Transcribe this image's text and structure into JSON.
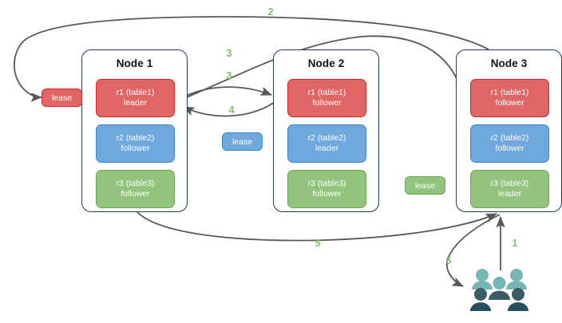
{
  "diagram": {
    "title_hidden": "",
    "accent_step_color": "#7fbf6a",
    "edge_color": "#57585a",
    "node_border_color": "#1f3864",
    "colors": {
      "red_fill": "#e06666",
      "red_border": "#cc2828",
      "blue_fill": "#6fa8dc",
      "blue_border": "#3d85c6",
      "green_fill": "#93c47d",
      "green_border": "#6aa84f",
      "users_light": "#76b7b6",
      "users_dark": "#3b5c67"
    }
  },
  "nodes": [
    {
      "id": "node1",
      "title": "Node 1",
      "replicas": [
        {
          "name": "r1 (table1)",
          "role": "leader",
          "color": "red"
        },
        {
          "name": "r2 (table2)",
          "role": "follower",
          "color": "blue"
        },
        {
          "name": "r3 (table3)",
          "role": "follower",
          "color": "green"
        }
      ]
    },
    {
      "id": "node2",
      "title": "Node 2",
      "replicas": [
        {
          "name": "r1 (table1)",
          "role": "follower",
          "color": "red"
        },
        {
          "name": "r2 (table2)",
          "role": "leader",
          "color": "blue"
        },
        {
          "name": "r3 (table3)",
          "role": "follower",
          "color": "green"
        }
      ]
    },
    {
      "id": "node3",
      "title": "Node 3",
      "replicas": [
        {
          "name": "r1 (table1)",
          "role": "follower",
          "color": "red"
        },
        {
          "name": "r2 (table2)",
          "role": "follower",
          "color": "blue"
        },
        {
          "name": "r3 (table3)",
          "role": "leader",
          "color": "green"
        }
      ]
    }
  ],
  "leases": [
    {
      "id": "lease-red",
      "label": "lease",
      "color": "red"
    },
    {
      "id": "lease-blue",
      "label": "lease",
      "color": "blue"
    },
    {
      "id": "lease-green",
      "label": "lease",
      "color": "green"
    }
  ],
  "steps": [
    {
      "id": "step-1",
      "label": "1"
    },
    {
      "id": "step-2",
      "label": "2"
    },
    {
      "id": "step-3a",
      "label": "3"
    },
    {
      "id": "step-3b",
      "label": "3"
    },
    {
      "id": "step-4",
      "label": "4"
    },
    {
      "id": "step-5",
      "label": "5"
    },
    {
      "id": "step-6",
      "label": "6"
    }
  ],
  "actors": {
    "users_icon": "users-icon"
  }
}
